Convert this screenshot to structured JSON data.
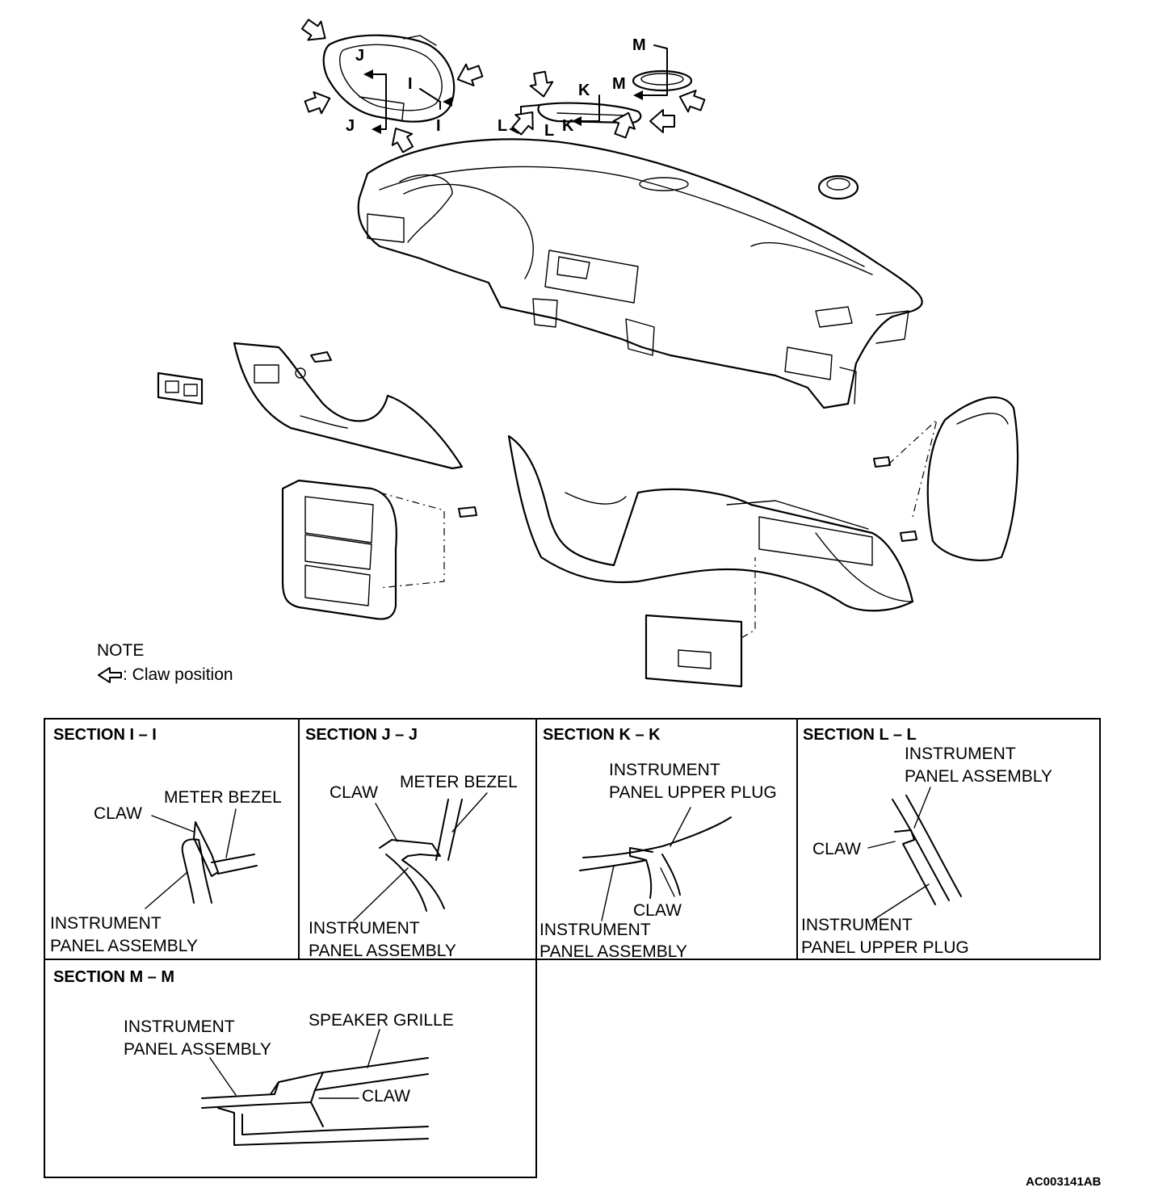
{
  "section_marks": {
    "j_top": "J",
    "j_bottom": "J",
    "i_top": "I",
    "i_bottom": "I",
    "k_top": "K",
    "k_bottom": "K",
    "m_top": "M",
    "m_mid": "M",
    "l_left": "L",
    "l_mid": "L"
  },
  "note": {
    "title": "NOTE",
    "legend": ": Claw position",
    "legend_icon": "hollow-arrow-icon"
  },
  "sections": {
    "i": {
      "title": "SECTION I – I",
      "claw": "CLAW",
      "meter_bezel": "METER BEZEL",
      "panel_line1": "INSTRUMENT",
      "panel_line2": "PANEL ASSEMBLY"
    },
    "j": {
      "title": "SECTION J – J",
      "claw": "CLAW",
      "meter_bezel": "METER BEZEL",
      "panel_line1": "INSTRUMENT",
      "panel_line2": "PANEL ASSEMBLY"
    },
    "k": {
      "title": "SECTION K – K",
      "plug_line1": "INSTRUMENT",
      "plug_line2": "PANEL UPPER PLUG",
      "claw": "CLAW",
      "panel_line1": "INSTRUMENT",
      "panel_line2": "PANEL ASSEMBLY"
    },
    "l": {
      "title": "SECTION L – L",
      "panel_line1": "INSTRUMENT",
      "panel_line2": "PANEL ASSEMBLY",
      "claw": "CLAW",
      "plug_line1": "INSTRUMENT",
      "plug_line2": "PANEL UPPER PLUG"
    },
    "m": {
      "title": "SECTION M – M",
      "panel_line1": "INSTRUMENT",
      "panel_line2": "PANEL ASSEMBLY",
      "grille": "SPEAKER GRILLE",
      "claw": "CLAW"
    }
  },
  "figure_code": "AC003141AB"
}
